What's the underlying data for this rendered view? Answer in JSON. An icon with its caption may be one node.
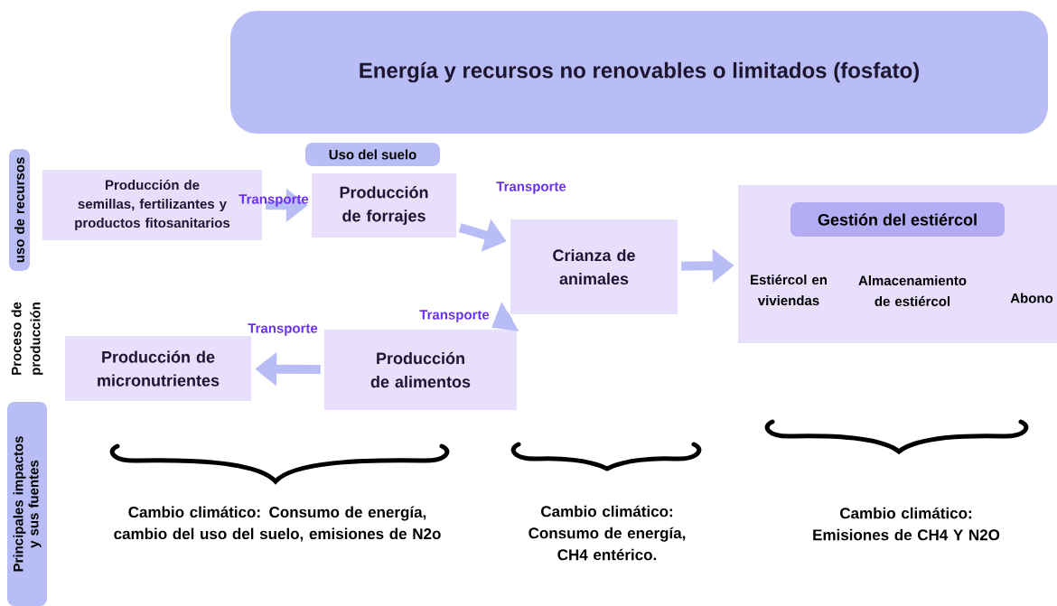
{
  "diagram": {
    "nodes": [
      {
        "text": [
          "Energía y recursos no renovables o limitados (fosfato)"
        ]
      },
      {
        "text": [
          "Uso del suelo"
        ]
      },
      {
        "text": [
          "Producción de semillas, fertilizantes y productos fitosanitarios"
        ]
      },
      {
        "text": [
          "Producción de forrajes"
        ]
      },
      {
        "text": [
          "Crianza de animales"
        ]
      },
      {
        "text": [
          "Estiércol en viviendas",
          "Almacenamiento de estiércol",
          "Abono"
        ]
      },
      {
        "text": [
          "Gestión del estiércol"
        ],
        "in": 5
      },
      {
        "text": [
          "Producción de alimentos"
        ]
      },
      {
        "text": [
          "Producción de micronutrientes"
        ]
      },
      {
        "text": [
          "uso de recursos"
        ]
      },
      {
        "text": [
          "Principales impactos y sus fuentes"
        ]
      }
    ],
    "edges": [
      {
        "from": 2,
        "to": 3,
        "arrow": "to",
        "label": "Transporte"
      },
      {
        "from": 3,
        "to": 4,
        "arrow": "to",
        "label": "Transporte"
      },
      {
        "from": 4,
        "to": 5,
        "arrow": "to"
      },
      {
        "from": 4,
        "to": 7,
        "arrow": "to",
        "label": "Transporte"
      },
      {
        "from": 7,
        "to": 8,
        "arrow": "to",
        "label": "Transporte"
      }
    ],
    "labels": [
      "Proceso de producción",
      "Cambio climático: Consumo de energía, cambio del uso del suelo, emisiones de N2o",
      "Cambio climático: Consumo de energía, CH4 entérico.",
      "Cambio climático: Emisiones de CH4 Y N2O"
    ]
  }
}
